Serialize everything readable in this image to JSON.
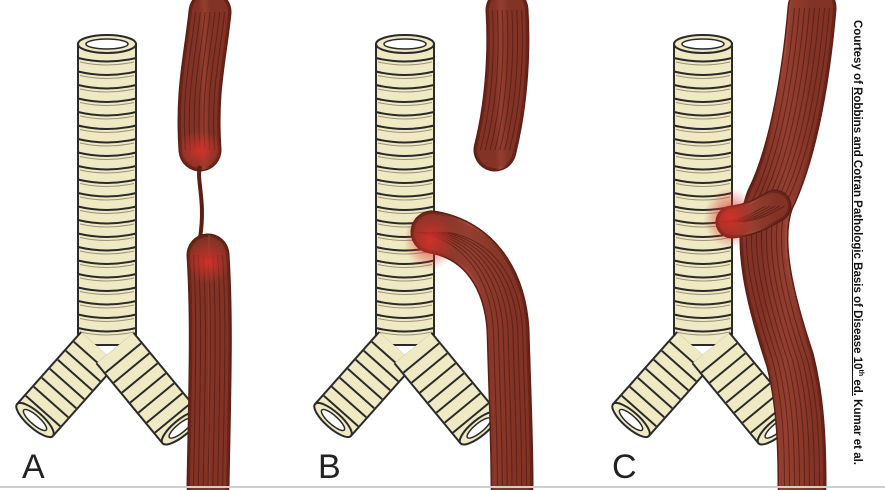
{
  "panels": [
    {
      "label": "A"
    },
    {
      "label": "B"
    },
    {
      "label": "C"
    }
  ],
  "credit": {
    "prefix": "Courtesy of ",
    "title": "Robbins and Cotran Pathologic Basis of Disease 10",
    "sup": "th",
    "suffix": " ed.",
    "authors": " Kumar et al."
  },
  "colors": {
    "trachea_fill": "#efe9c4",
    "trachea_ring": "#2a2a2a",
    "esophagus": "#8e3a2c",
    "esophagus_dark": "#5c1e16",
    "atresia_red": "#c0282a"
  }
}
